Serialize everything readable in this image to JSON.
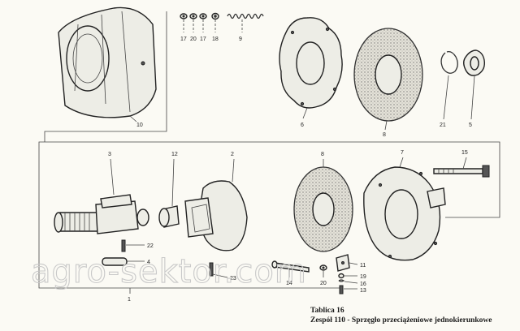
{
  "diagram": {
    "caption_title": "Tablica 16",
    "caption_subtitle": "Zespół 110 - Sprzęgło przeciążeniowe jednokierunkowe",
    "watermark": "agro-sektor.com",
    "callouts": {
      "c10": "10",
      "c17a": "17",
      "c20a": "20",
      "c17b": "17",
      "c18": "18",
      "c9": "9",
      "c6": "6",
      "c8a": "8",
      "c21": "21",
      "c5": "5",
      "c3": "3",
      "c12": "12",
      "c2": "2",
      "c8b": "8",
      "c7": "7",
      "c15": "15",
      "c22": "22",
      "c4": "4",
      "c23": "23",
      "c14": "14",
      "c20b": "20",
      "c11": "11",
      "c19": "19",
      "c16": "16",
      "c13": "13",
      "c1": "1"
    }
  }
}
